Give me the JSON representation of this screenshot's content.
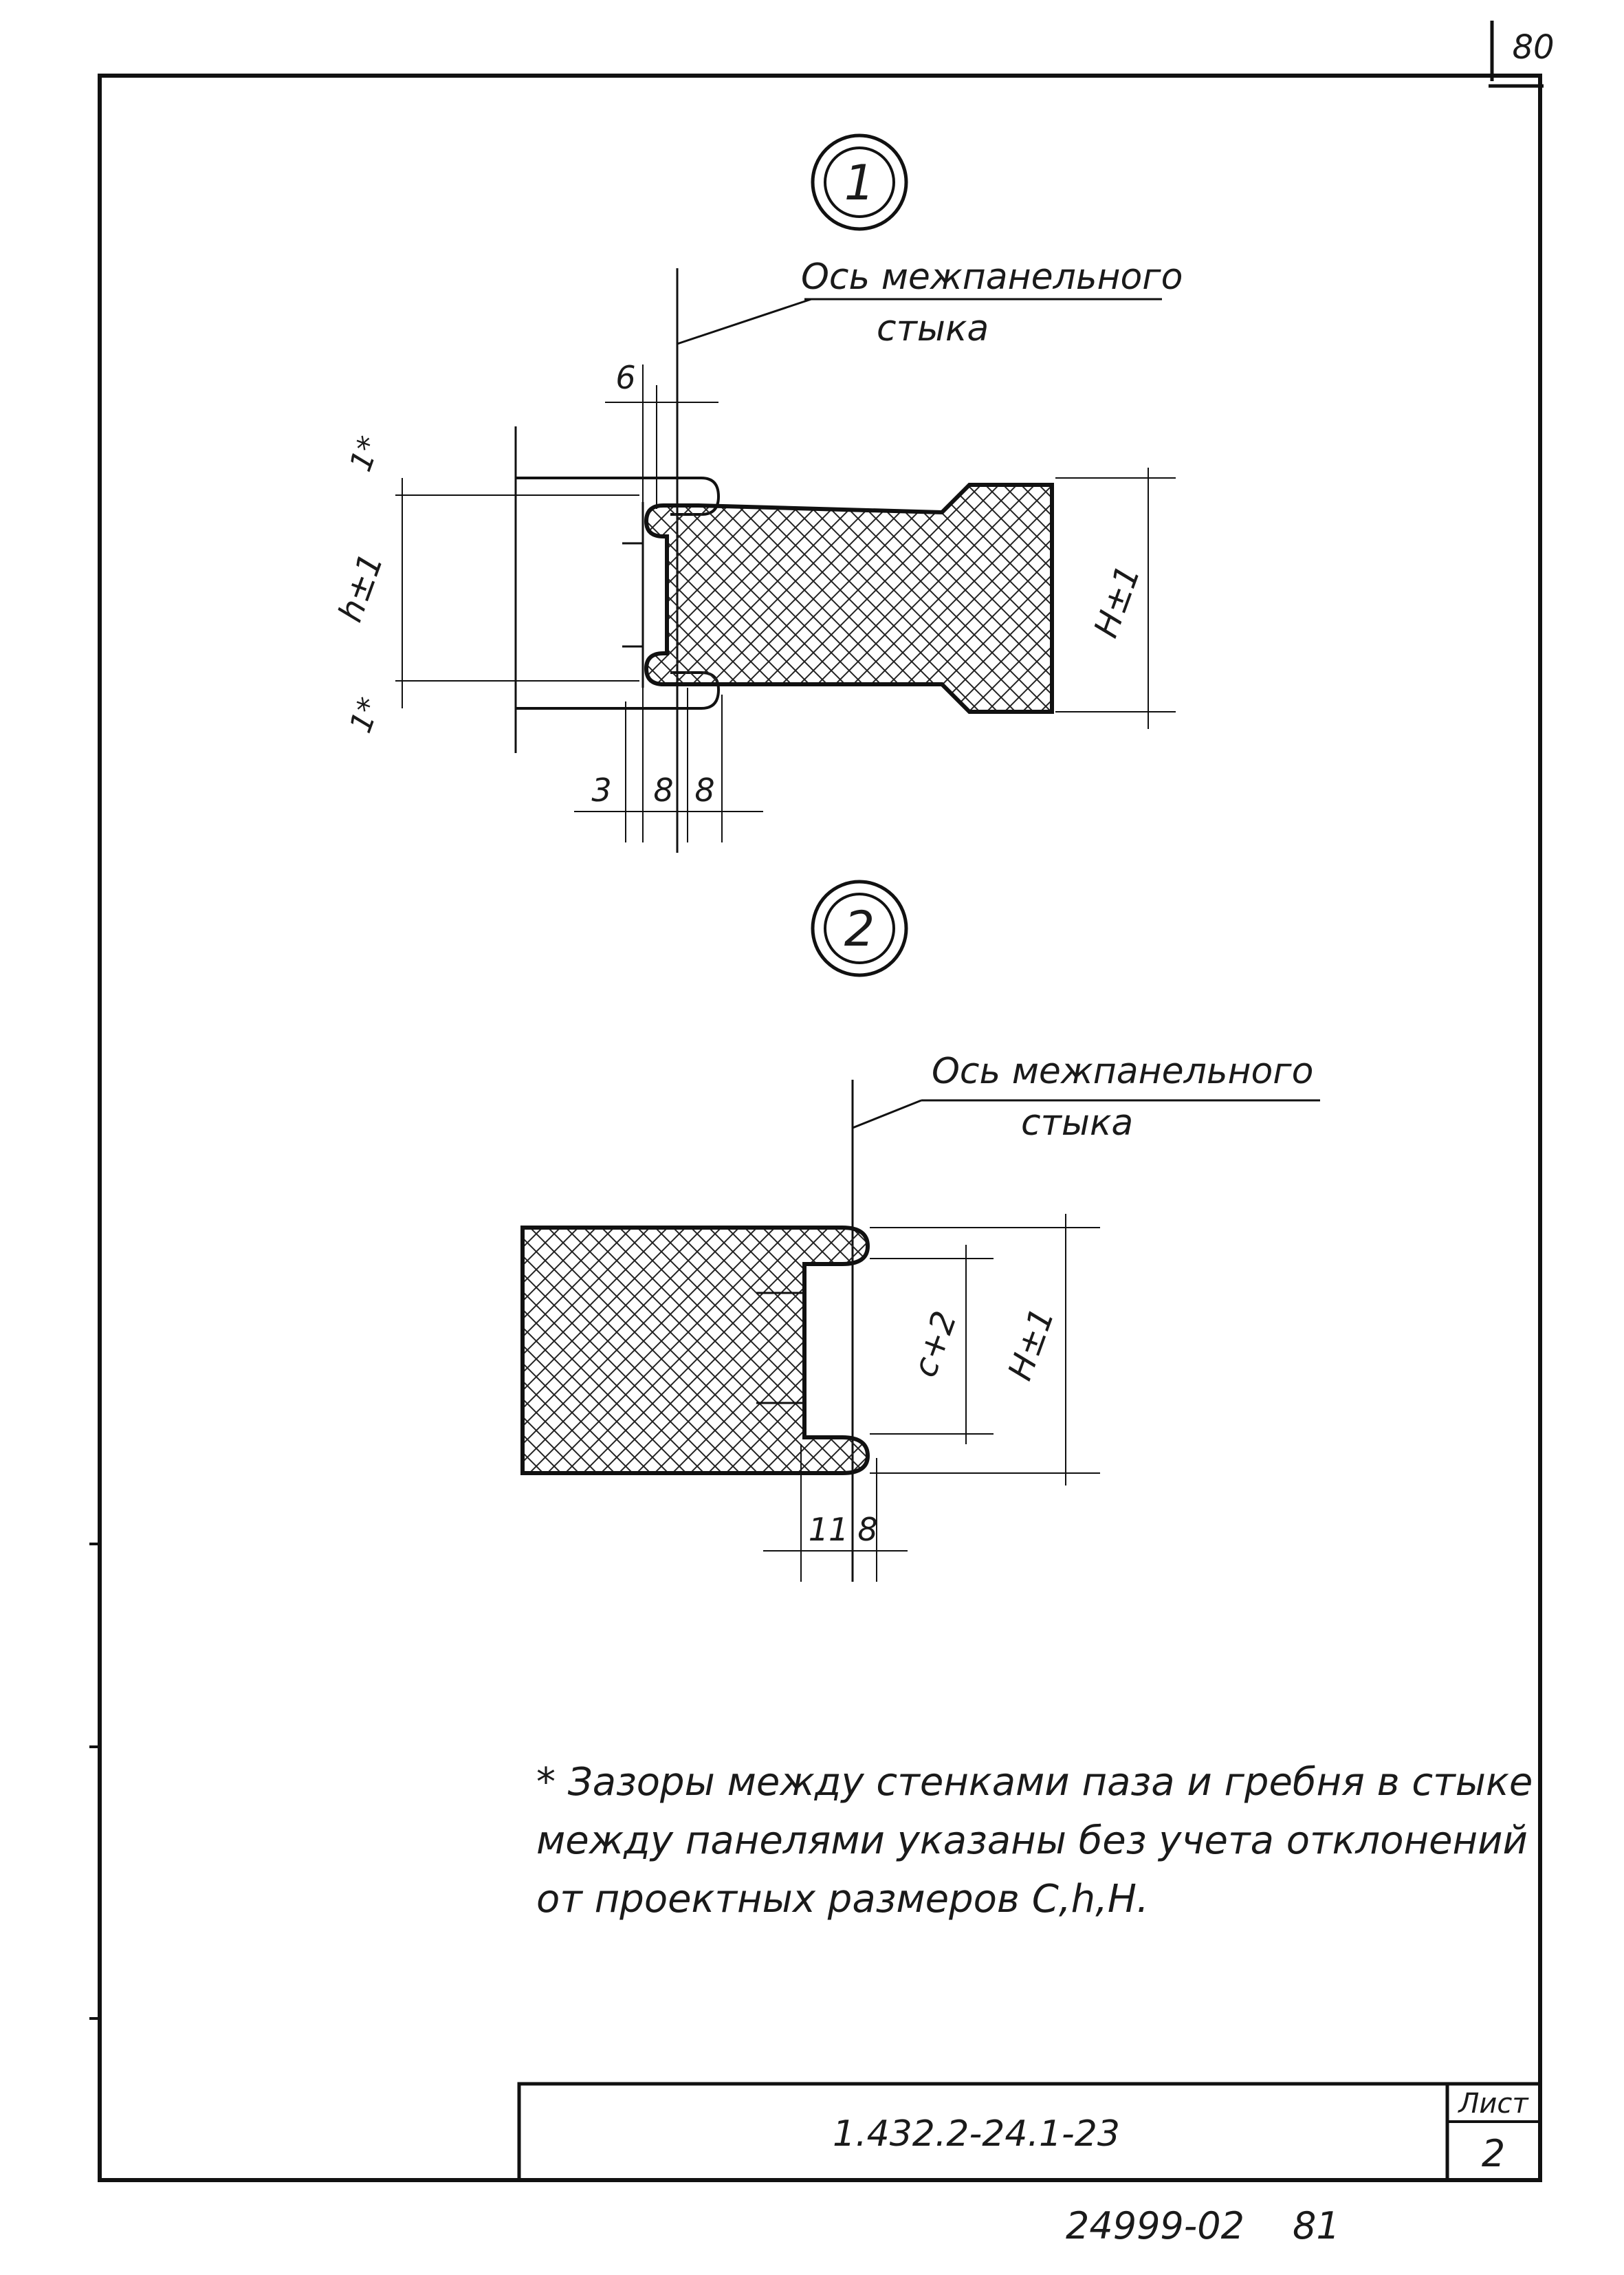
{
  "page": {
    "number_top": "80",
    "number_bottom": "81",
    "archive_code": "24999-02"
  },
  "node1": {
    "marker": "1",
    "axis_label_line1": "Ось межпанельного",
    "axis_label_line2": "стыка",
    "dim_top_gap": "6",
    "dim_bottom_1": "3",
    "dim_bottom_2": "8",
    "dim_bottom_3": "8",
    "dim_h": "h±1",
    "dim_gap_top": "1*",
    "dim_gap_bottom": "1*",
    "dim_H": "H±1"
  },
  "node2": {
    "marker": "2",
    "axis_label_line1": "Ось межпанельного",
    "axis_label_line2": "стыка",
    "dim_c": "c+2",
    "dim_H": "H±1",
    "dim_bottom_1": "11",
    "dim_bottom_2": "8"
  },
  "note": {
    "line1": "* Зазоры между стенками паза и гребня в стыке",
    "line2": "между панелями указаны без учета отклонений",
    "line3": "от проектных размеров C,h,H."
  },
  "title_block": {
    "designation": "1.432.2-24.1-23",
    "sheet_label": "Лист",
    "sheet_number": "2"
  }
}
